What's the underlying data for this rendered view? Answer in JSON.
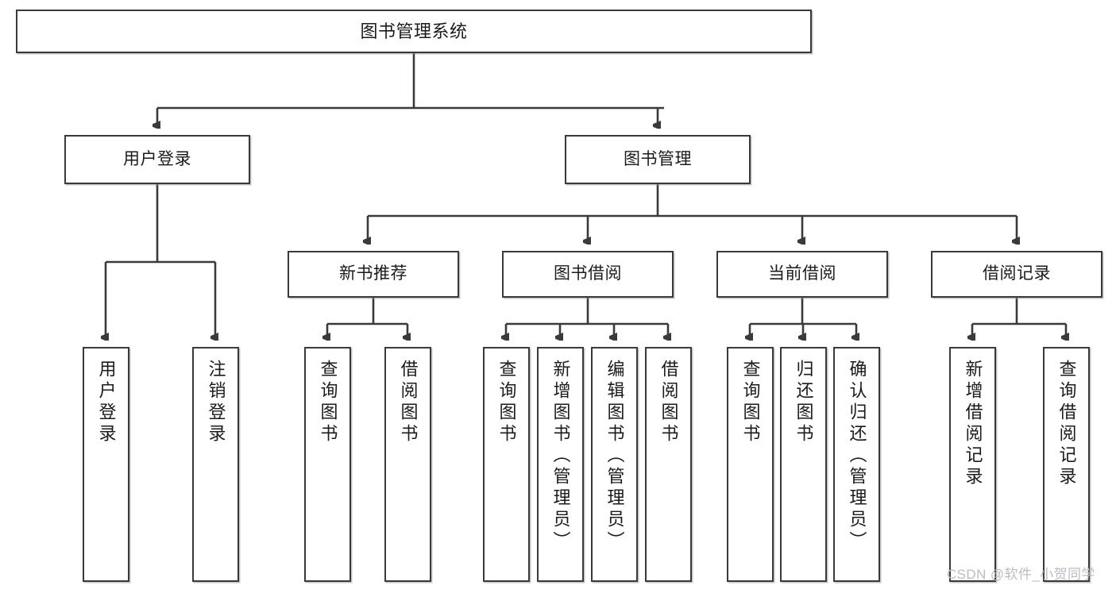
{
  "diagram": {
    "title": "图书管理系统",
    "type": "tree",
    "watermark": "CSDN @软件_小贺同学",
    "colors": {
      "box_border": "#3a3a3a",
      "box_fill": "#ffffff",
      "edge": "#3a3a3a",
      "text": "#1b1b1b",
      "watermark": "#b9bcc2"
    },
    "nodes": {
      "root": {
        "label": "图书管理系统"
      },
      "level2": [
        {
          "label": "用户登录"
        },
        {
          "label": "图书管理"
        }
      ],
      "level3": [
        {
          "label": "新书推荐"
        },
        {
          "label": "图书借阅"
        },
        {
          "label": "当前借阅"
        },
        {
          "label": "借阅记录"
        }
      ],
      "leaves": {
        "user_login": [
          {
            "label": "用户登录"
          },
          {
            "label": "注销登录"
          }
        ],
        "new_book": [
          {
            "label": "查询图书"
          },
          {
            "label": "借阅图书"
          }
        ],
        "book_borrow": [
          {
            "label": "查询图书"
          },
          {
            "label": "新增图书（管理员）"
          },
          {
            "label": "编辑图书（管理员）"
          },
          {
            "label": "借阅图书"
          }
        ],
        "current_borrow": [
          {
            "label": "查询图书"
          },
          {
            "label": "归还图书"
          },
          {
            "label": "确认归还（管理员）"
          }
        ],
        "borrow_record": [
          {
            "label": "新增借阅记录"
          },
          {
            "label": "查询借阅记录"
          }
        ]
      }
    }
  }
}
